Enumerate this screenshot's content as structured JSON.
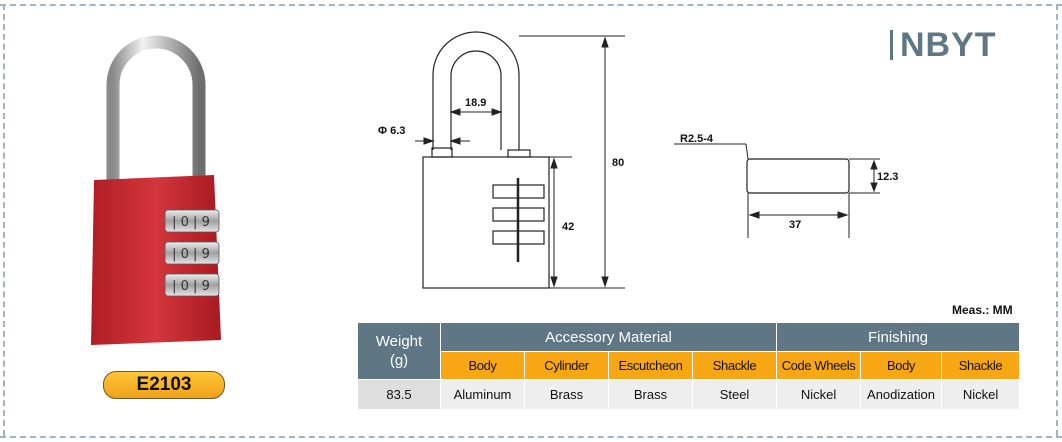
{
  "brand": "NBYT",
  "model": "E2103",
  "measure_note": "Meas.: MM",
  "dimensions": {
    "shackle_diameter": "Φ 6.3",
    "shackle_inner_width": "18.9",
    "total_height": "80",
    "body_height": "42",
    "corner_radius": "R2.5-4",
    "body_thickness": "12.3",
    "body_width": "37"
  },
  "table": {
    "weight_header": "Weight",
    "weight_unit": "(g)",
    "group_accessory": "Accessory Material",
    "group_finishing": "Finishing",
    "subheaders": [
      "Body",
      "Cylinder",
      "Escutcheon",
      "Shackle",
      "Code Wheels",
      "Body",
      "Shackle"
    ],
    "values": [
      "83.5",
      "Aluminum",
      "Brass",
      "Brass",
      "Steel",
      "Nickel",
      "Anodization",
      "Nickel"
    ]
  },
  "colors": {
    "frame": "#9fb4c7",
    "header": "#5f7684",
    "accent_orange": "#f7a713",
    "lock_body": "#c9262d"
  }
}
